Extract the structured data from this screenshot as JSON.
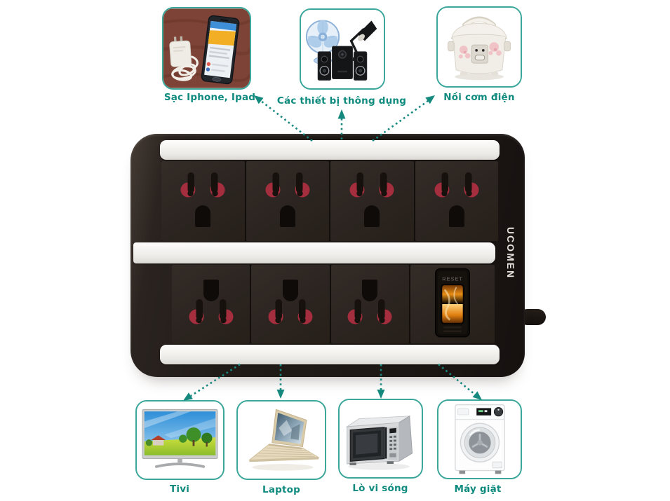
{
  "page": {
    "background": "#ffffff",
    "accent_color": "#0f8a7e"
  },
  "product": {
    "brand": "UCOMEN",
    "switch_label": "RESET",
    "outlets_top_row": 4,
    "outlets_bottom_row": 3,
    "body_color": "#221c18",
    "rail_color": "#f4f2ee",
    "socket_inner_color": "#a52e3e",
    "switch_glow_color": "#f59d1e"
  },
  "top_callouts": [
    {
      "label": "Sạc Iphone, Ipad",
      "icon": "phone-charger-photo"
    },
    {
      "label": "Các thiết bị thông dụng",
      "icon": "fan-lamp-speakers-photo"
    },
    {
      "label": "Nồi cơm điện",
      "icon": "rice-cooker-photo"
    }
  ],
  "bottom_callouts": [
    {
      "label": "Tivi",
      "icon": "tv-photo"
    },
    {
      "label": "Laptop",
      "icon": "laptop-photo"
    },
    {
      "label": "Lò vi sóng",
      "icon": "microwave-photo"
    },
    {
      "label": "Máy giặt",
      "icon": "washing-machine-photo"
    }
  ]
}
